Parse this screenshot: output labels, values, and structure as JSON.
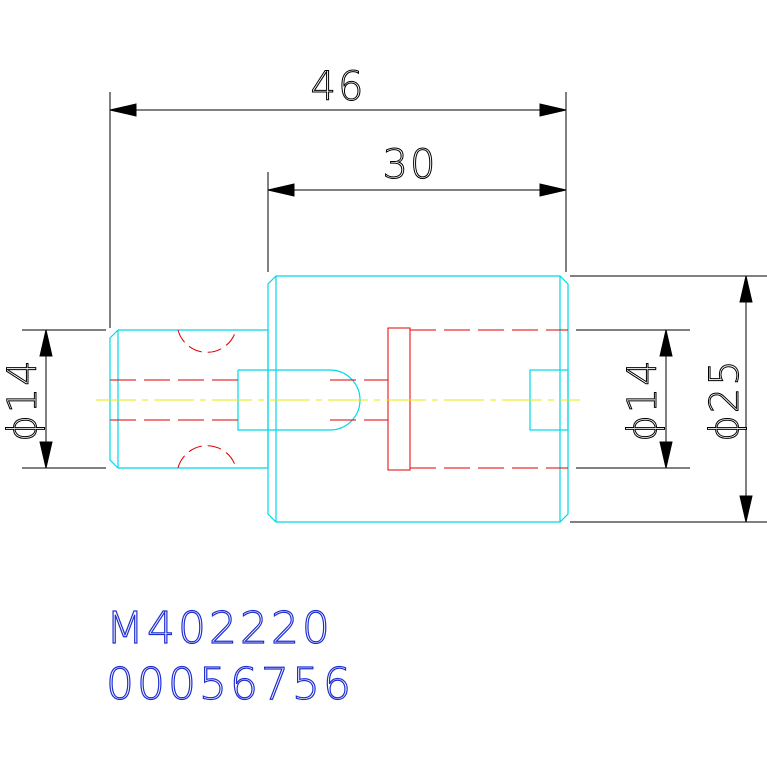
{
  "drawing": {
    "dimensions": {
      "overall_length": "46",
      "body_length": "30",
      "left_diameter": "ϕ14",
      "right_diameter": "ϕ14",
      "outer_diameter": "ϕ25"
    },
    "part_number": "M402220",
    "serial_number": "00056756"
  },
  "colors": {
    "outline": "#00d8e8",
    "hidden": "#e00000",
    "center": "#e8e800",
    "dimension": "#000000",
    "label": "#1f2fd0",
    "background": "#ffffff"
  }
}
